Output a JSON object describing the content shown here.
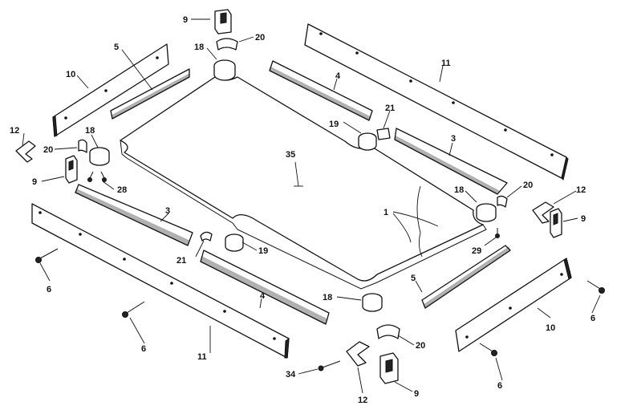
{
  "diagram": {
    "labels": {
      "bed": "35",
      "cloth": "1",
      "rail_long_left": "11",
      "rail_long_right": "11",
      "rail_short_left": "10",
      "rail_short_right": "10",
      "cushion_back_left": "4",
      "cushion_front_left": "4",
      "cushion_right_top": "3",
      "cushion_left_front": "3",
      "cushion_short_top": "5",
      "cushion_short_bottom": "5",
      "pocket_top": "18",
      "pocket_left": "18",
      "pocket_right": "18",
      "pocket_bottom": "18",
      "pocket_side_back": "19",
      "pocket_side_front": "19",
      "liner_top": "20",
      "liner_left": "20",
      "liner_right": "20",
      "liner_bottom": "20",
      "liner_side_back": "21",
      "liner_side_front": "21",
      "corner_top": "9",
      "corner_left": "9",
      "corner_right": "9",
      "corner_bottom": "9",
      "bracket_left": "12",
      "bracket_right": "12",
      "bracket_bottom": "12",
      "screw_left_a": "6",
      "screw_left_b": "6",
      "screw_right_a": "6",
      "screw_right_b": "6",
      "screws_28": "28",
      "screw_29": "29",
      "screw_34": "34"
    }
  }
}
